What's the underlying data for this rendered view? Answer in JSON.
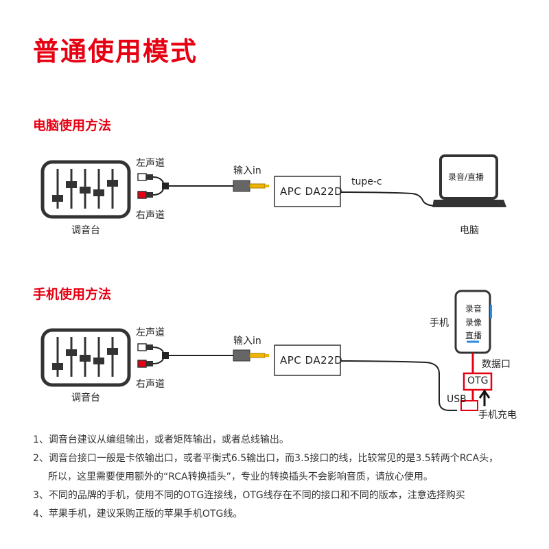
{
  "title": "普通使用模式",
  "sections": {
    "pc": {
      "heading": "电脑使用方法",
      "left_channel": "左声道",
      "right_channel": "右声道",
      "mixer": "调音台",
      "input": "输入in",
      "device": "APC  DA22D",
      "cable": "tupe-c",
      "screen_text": "录音/直播",
      "computer": "电脑"
    },
    "phone": {
      "heading": "手机使用方法",
      "left_channel": "左声道",
      "right_channel": "右声道",
      "mixer": "调音台",
      "input": "输入in",
      "device": "APC  DA22D",
      "phone": "手机",
      "phone_apps": [
        "录音",
        "录像",
        "直播"
      ],
      "data_port": "数据口",
      "otg": "OTG",
      "usb": "USB",
      "charging": "手机充电"
    }
  },
  "notes": [
    "1、调音台建议从编组输出，或者矩阵输出，或者总线输出。",
    "2、调音台接口一般是卡侬输出口，或者平衡式6.5输出口，而3.5接口的线，比较常见的是3.5转两个RCA头，",
    "所以，这里需要使用额外的“RCA转换插头”，专业的转换插头不会影响音质，请放心使用。",
    "3、不同的品牌的手机，使用不同的OTG连接线，OTG线存在不同的接口和不同的版本，注意选择购买",
    "4、苹果手机，建议采购正版的苹果手机OTG线。"
  ],
  "colors": {
    "accent": "#e60012",
    "line": "#222222",
    "phone_screen": "#2a8be0"
  }
}
